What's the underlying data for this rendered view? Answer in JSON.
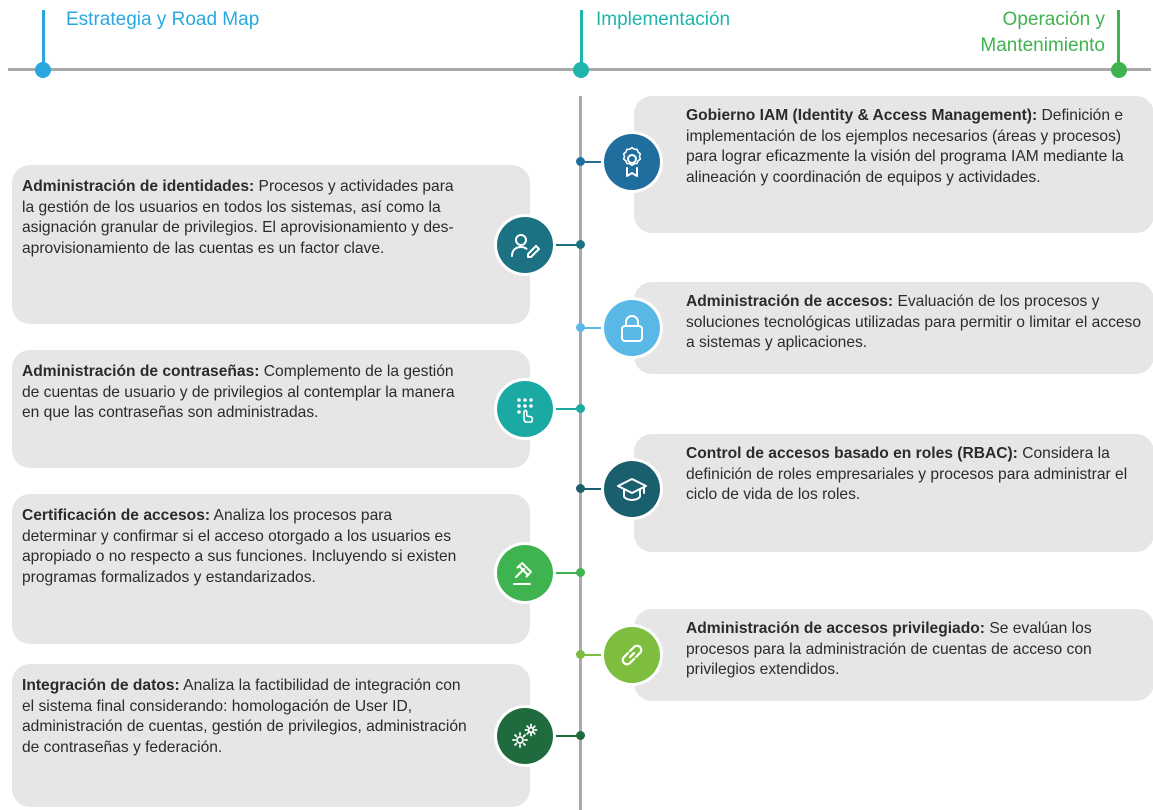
{
  "phases": {
    "strategy": "Estrategia y Road Map",
    "implementation": "Implementación",
    "operation_line1": "Operación y",
    "operation_line2": "Mantenimiento"
  },
  "colors": {
    "blue": "#29a8e0",
    "teal": "#1fb5ad",
    "green": "#3fb34f",
    "dark_teal": "#1f6d7b",
    "card_bg": "#e6e6e6",
    "axis": "#a9a9a9"
  },
  "left_cards": [
    {
      "title": "Administración de identidades:",
      "text": " Procesos y actividades para la gestión de los usuarios en todos los sistemas, así como la asignación granular de privilegios. El aprovisionamiento y des-aprovisionamiento de las cuentas es un factor clave.",
      "icon": "user-pen-icon"
    },
    {
      "title": "Administración de contraseñas:",
      "text": " Complemento de la gestión de cuentas de usuario y de privilegios al contemplar la manera en que las contraseñas son administradas.",
      "icon": "keypad-touch-icon"
    },
    {
      "title": "Certificación de accesos:",
      "text": " Analiza los procesos para determinar y confirmar si el acceso otorgado a los usuarios es apropiado o no respecto a sus funciones. Incluyendo si existen programas formalizados y estandarizados.",
      "icon": "gavel-icon"
    },
    {
      "title": "Integración de datos:",
      "text": " Analiza la factibilidad de integración con el sistema final considerando: homologación de User ID, administración de cuentas, gestión de privilegios, administración de contraseñas y federación.",
      "icon": "gears-icon"
    }
  ],
  "right_cards": [
    {
      "title": "Gobierno IAM (Identity & Access Management):",
      "text": " Definición e implementación de los ejemplos necesarios (áreas y procesos) para lograr eficazmente la visión del programa IAM mediante la alineación y coordinación de equipos y actividades.",
      "icon": "award-icon"
    },
    {
      "title": "Administración de accesos:",
      "text": " Evaluación de los procesos y soluciones tecnológicas utilizadas para permitir o limitar el acceso a sistemas y aplicaciones.",
      "icon": "lock-icon"
    },
    {
      "title": "Control de accesos basado en roles (RBAC):",
      "text": " Considera la definición de roles empresariales y procesos para administrar el ciclo de vida de los roles.",
      "icon": "graduation-cap-icon"
    },
    {
      "title": "Administración de accesos privilegiado:",
      "text": " Se evalúan los procesos para la administración de cuentas de acceso con privilegios extendidos.",
      "icon": "link-icon"
    }
  ]
}
